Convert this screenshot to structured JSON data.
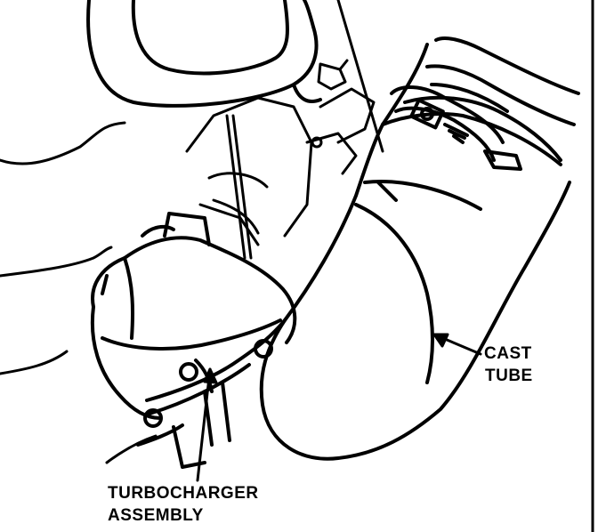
{
  "figure": {
    "background": "#ffffff",
    "line_color": "#000000",
    "labels": {
      "cast_tube": {
        "line1": "CAST",
        "line2": "TUBE"
      },
      "turbocharger_assembly": {
        "line1": "TURBOCHARGER",
        "line2": "ASSEMBLY"
      }
    }
  }
}
